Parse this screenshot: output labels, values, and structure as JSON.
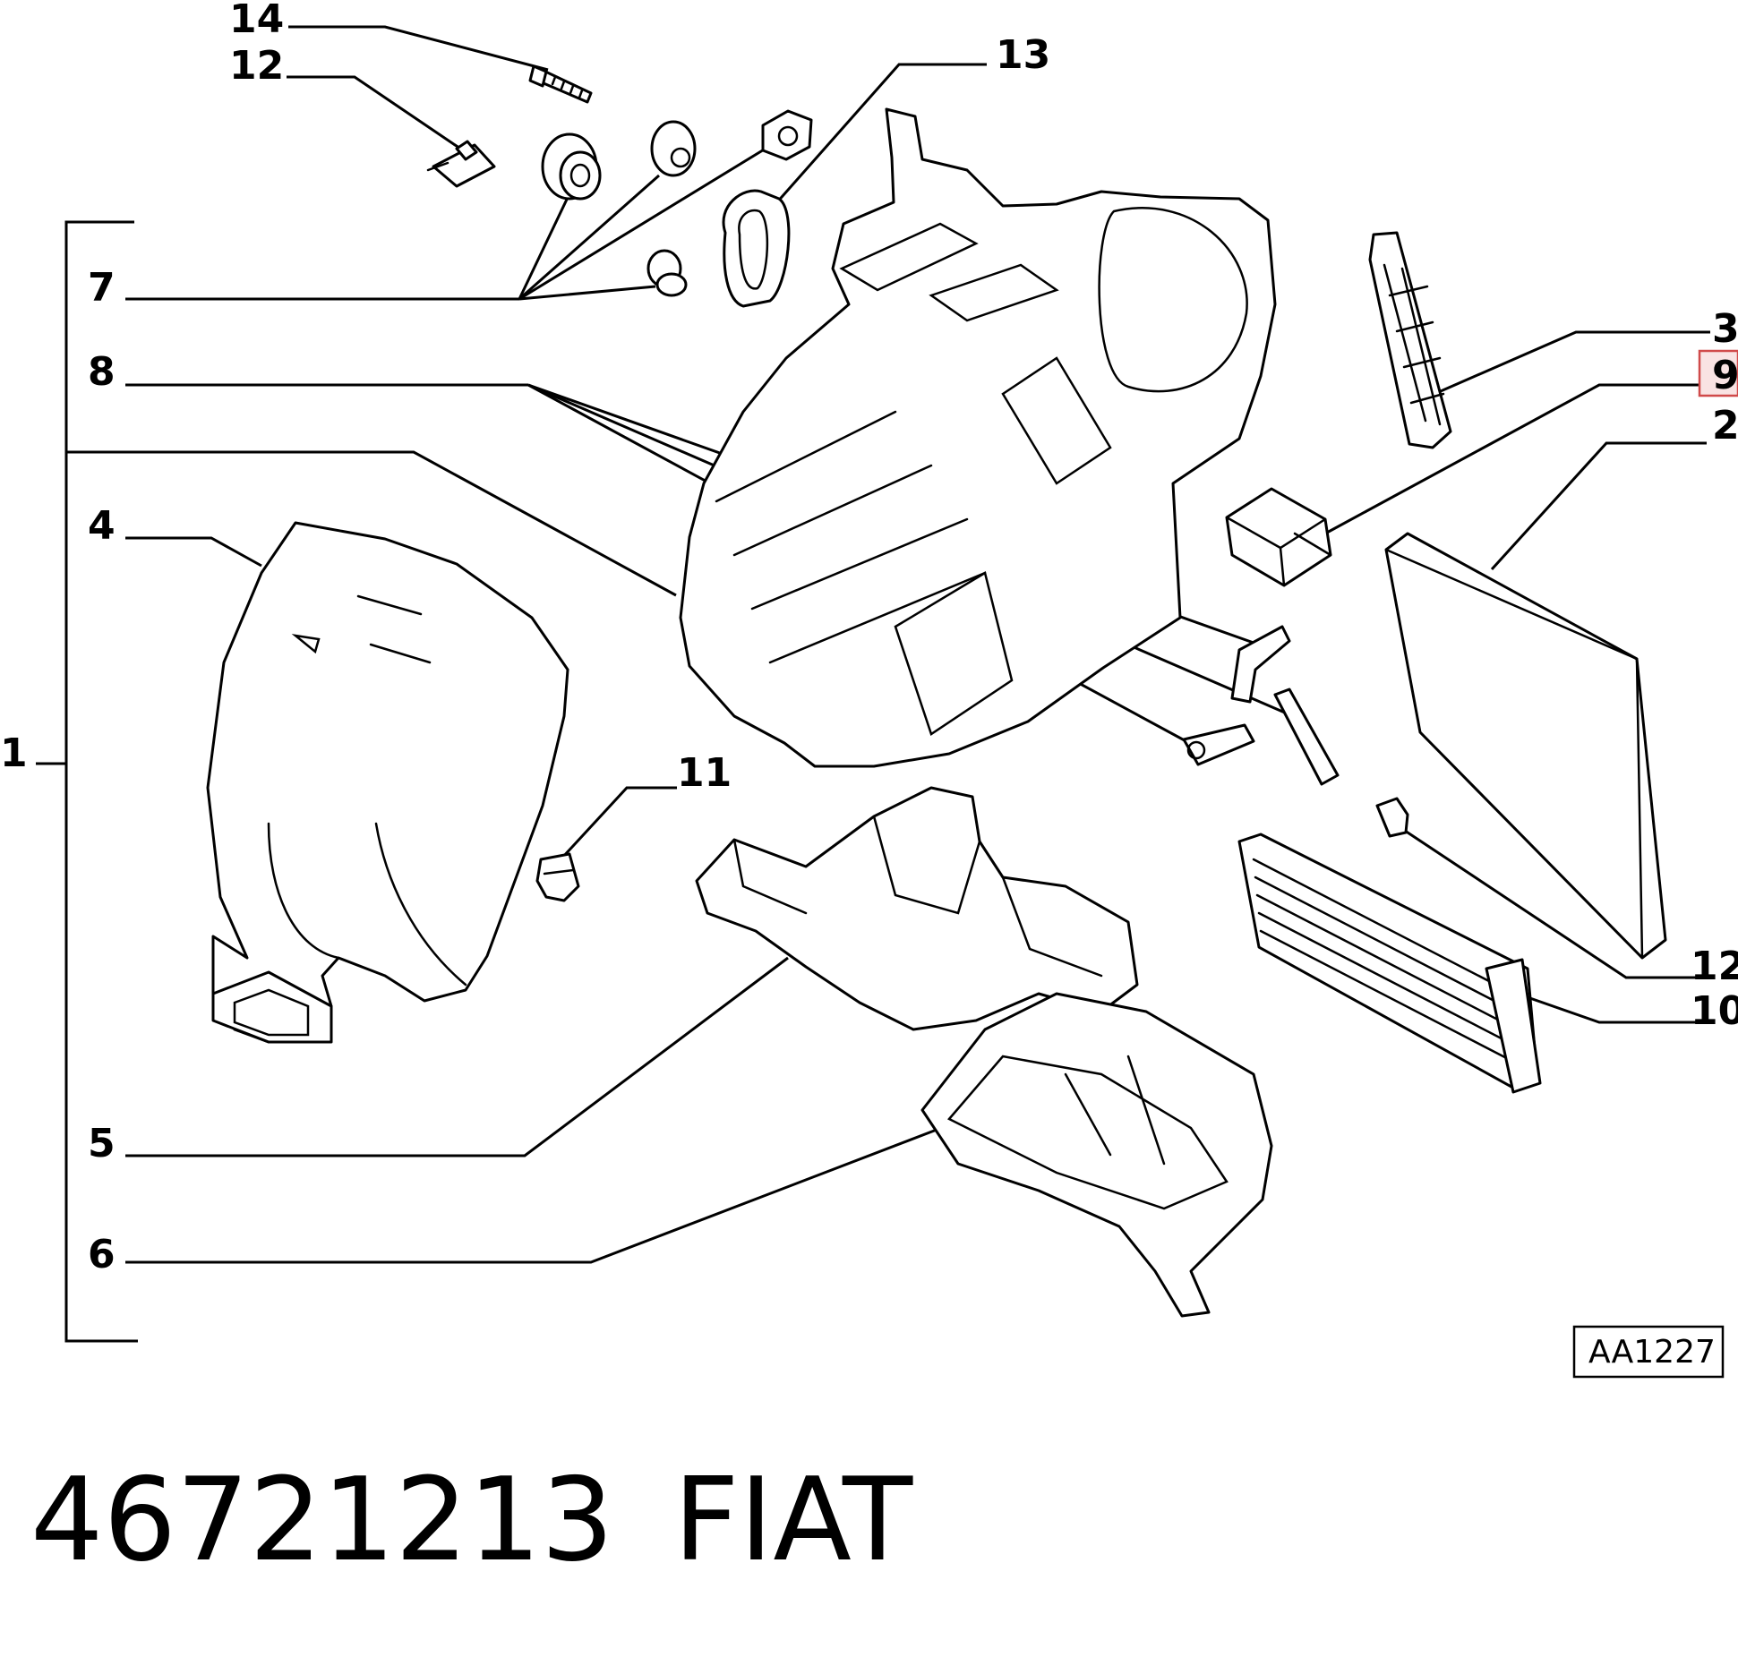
{
  "diagram": {
    "callouts": {
      "c14": "14",
      "c12a": "12",
      "c13": "13",
      "c7": "7",
      "c8": "8",
      "c1": "1",
      "c4": "4",
      "c11": "11",
      "c5": "5",
      "c6": "6",
      "c3": "3",
      "c9": "9",
      "c2": "2",
      "c12b": "12",
      "c10": "10"
    },
    "highlighted_callout": "9",
    "reference_code": "AA1227"
  },
  "footer": {
    "part_number": "46721213",
    "brand": "FIAT"
  }
}
